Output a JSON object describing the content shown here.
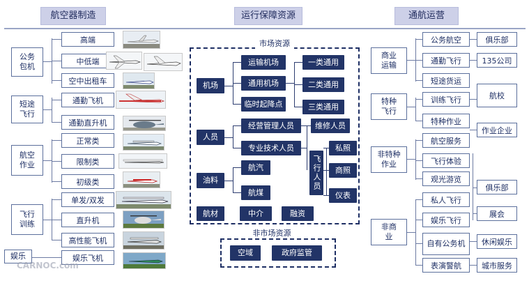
{
  "headers": {
    "left": "航空器制造",
    "middle": "运行保障资源",
    "right": "通航运营"
  },
  "left": {
    "cats": [
      "公务\n包机",
      "短途\n飞行",
      "航空\n作业",
      "飞行\n训练",
      "娱乐"
    ],
    "items": [
      "高端",
      "中低端",
      "空中出租车",
      "通勤飞机",
      "通勤直升机",
      "正常类",
      "限制类",
      "初级类",
      "单发/双发",
      "直升机",
      "高性能飞机",
      "娱乐飞机"
    ]
  },
  "middle": {
    "market_label": "市场资源",
    "nonmarket_label": "非市场资源",
    "airport": "机场",
    "people": "人员",
    "fuel": "油料",
    "materials": "航材",
    "broker": "中介",
    "finance": "融资",
    "airport_types": [
      "运输机场",
      "通用机场",
      "临时起降点"
    ],
    "general_classes": [
      "一类通用",
      "二类通用",
      "三类通用"
    ],
    "people_types": [
      "经营管理人员",
      "专业技术人员"
    ],
    "maintenance": "维修人员",
    "pilots": "飞行人员",
    "pilot_types": [
      "私照",
      "商照",
      "仪表"
    ],
    "fuel_types": [
      "航汽",
      "航煤"
    ],
    "airspace": "空域",
    "regulation": "政府监管"
  },
  "right": {
    "cats": [
      "商业\n运输",
      "特种\n飞行",
      "非特种\n作业",
      "非商\n业"
    ],
    "items": [
      "公务航空",
      "通勤飞行",
      "短途货运",
      "训练飞行",
      "特种作业",
      "航空服务",
      "飞行体验",
      "观光游览",
      "私人飞行",
      "娱乐飞行",
      "自有公务机",
      "表演警航"
    ],
    "tags": [
      "俱乐部",
      "135公司",
      "航校",
      "作业企业",
      "俱乐部",
      "展会",
      "休闲娱乐",
      "城市服务"
    ]
  },
  "watermark": "CARNOC.com"
}
